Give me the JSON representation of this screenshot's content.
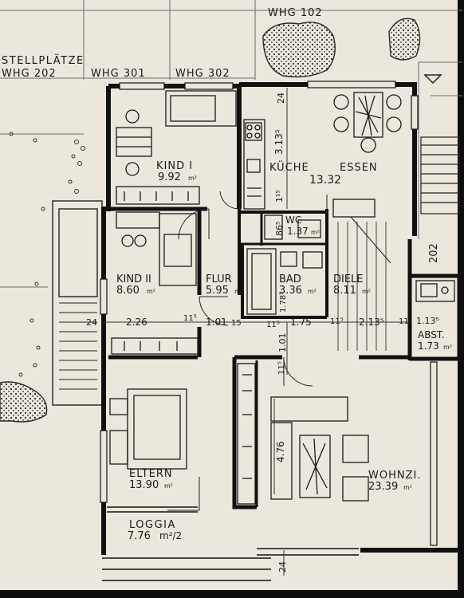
{
  "site": {
    "parking_label": "STELLPLÄTZE",
    "whg_202": "WHG 202",
    "whg_301": "WHG 301",
    "whg_302": "WHG 302",
    "whg_102": "WHG 102",
    "side_202": "202"
  },
  "rooms": {
    "kind1": {
      "name": "KIND I",
      "area": "9.92",
      "unit": "m²"
    },
    "kind2": {
      "name": "KIND II",
      "area": "8.60",
      "unit": "m²"
    },
    "kueche": {
      "name": "KÜCHE",
      "area": "13.32"
    },
    "essen": {
      "name": "ESSEN"
    },
    "wc": {
      "name": "WC",
      "area": "1.37",
      "unit": "m²"
    },
    "flur": {
      "name": "FLUR",
      "area": "5.95",
      "unit": "m²"
    },
    "bad": {
      "name": "BAD",
      "area": "3.36",
      "unit": "m²"
    },
    "diele": {
      "name": "DIELE",
      "area": "8.11",
      "unit": "m²"
    },
    "abst": {
      "name": "ABST.",
      "area": "1.73",
      "unit": "m²"
    },
    "eltern": {
      "name": "ELTERN",
      "area": "13.90",
      "unit": "m²"
    },
    "wohnzi": {
      "name": "WOHNZI.",
      "area": "23.39",
      "unit": "m²"
    },
    "loggia": {
      "name": "LOGGIA",
      "area": "7.76",
      "unit": "m²/2"
    }
  },
  "dimensions": {
    "d_24_top": "24",
    "d_313": "3.13⁵",
    "d_115_kitchen": "1¹⁵",
    "d_86": "86⁵",
    "d_24_left": "24",
    "d_226": "2.26",
    "d_11_5a": "11⁵",
    "d_101": "1.01",
    "d_15a": "15",
    "d_11_5b": "11⁵",
    "d_175": "1.75",
    "d_11_5c": "11⁵",
    "d_213": "2.13⁵",
    "d_115_right": "11⁵",
    "d_113": "1.13⁵",
    "d_178": "1.78⁵",
    "d_101_v": "1.01",
    "d_115_v": "11⁵",
    "d_476": "4.76",
    "d_24_bottom": "24"
  }
}
